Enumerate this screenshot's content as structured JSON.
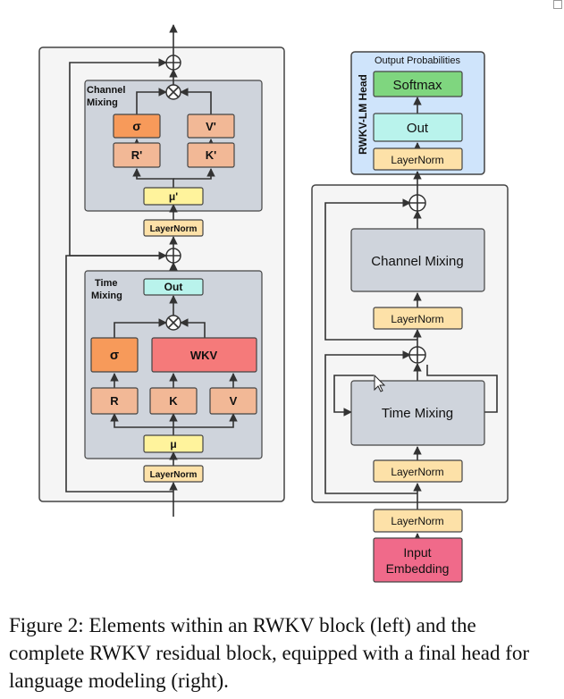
{
  "figure": {
    "caption": "Figure 2: Elements within an RWKV block (left) and the complete RWKV residual block, equipped with a final head for language modeling (right)."
  },
  "left_block": {
    "channel_mixing_label": [
      "Channel",
      "Mixing"
    ],
    "sigma_label": "σ",
    "v_prime": "V'",
    "r_prime": "R'",
    "k_prime": "K'",
    "mu_prime": "μ'",
    "layernorm_top": "LayerNorm",
    "time_mixing_label": [
      "Time",
      "Mixing"
    ],
    "out": "Out",
    "sigma2": "σ",
    "wkv": "WKV",
    "r": "R",
    "k": "K",
    "v": "V",
    "mu": "μ",
    "layernorm_bottom": "LayerNorm"
  },
  "right_block": {
    "head_title": "RWKV-LM Head",
    "output_probabilities": "Output Probabilities",
    "softmax": "Softmax",
    "out": "Out",
    "layernorm_head": "LayerNorm",
    "channel_mixing": "Channel Mixing",
    "layernorm_channel": "LayerNorm",
    "time_mixing": "Time Mixing",
    "layernorm_time": "LayerNorm",
    "layernorm_input": "LayerNorm",
    "input_embedding": [
      "Input",
      "Embedding"
    ]
  },
  "colors": {
    "orange_dark": "#f79a5a",
    "orange_light": "#f2b896",
    "red_wkv": "#f57a7a",
    "yellow": "#fff39c",
    "layernorm": "#fde1a8",
    "teal": "#b9f3ec",
    "green": "#7fd67f",
    "head_blue": "#cfe4fb",
    "pink": "#f06a8a"
  }
}
